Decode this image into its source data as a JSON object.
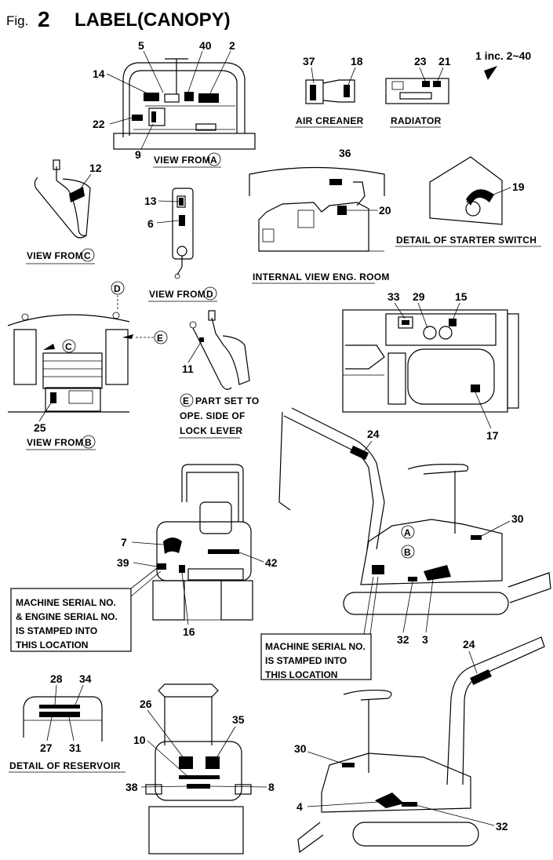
{
  "title": {
    "fig": "Fig.",
    "number": "2",
    "text": "LABEL(CANOPY)"
  },
  "note": "1 inc. 2~40",
  "captions": {
    "view_a": "VIEW FROM",
    "view_a_letter": "A",
    "air_cleaner": "AIR CREANER",
    "radiator": "RADIATOR",
    "view_c": "VIEW FROM",
    "view_c_letter": "C",
    "view_d": "VIEW FROM",
    "view_d_letter": "D",
    "internal_view": "INTERNAL VIEW ENG. ROOM",
    "starter_switch": "DETAIL OF STARTER SWITCH",
    "view_b": "VIEW FROM",
    "view_b_letter": "B",
    "part_set_letter": "E",
    "part_set_1": "PART SET TO",
    "part_set_2": "OPE. SIDE OF",
    "part_set_3": "LOCK LEVER",
    "reservoir": "DETAIL OF RESERVOIR"
  },
  "boxes": {
    "machine_engine_serial": [
      "MACHINE SERIAL NO.",
      "& ENGINE SERIAL NO.",
      "IS STAMPED INTO",
      "THIS LOCATION"
    ],
    "machine_serial": [
      "MACHINE SERIAL NO.",
      "IS STAMPED INTO",
      "THIS LOCATION"
    ]
  },
  "callouts": {
    "n5": "5",
    "n40": "40",
    "n2": "2",
    "n14": "14",
    "n22": "22",
    "n9": "9",
    "n37": "37",
    "n18": "18",
    "n23": "23",
    "n21": "21",
    "n12": "12",
    "n13": "13",
    "n6": "6",
    "n36": "36",
    "n20": "20",
    "n19": "19",
    "n33": "33",
    "n29": "29",
    "n15": "15",
    "n17": "17",
    "n11": "11",
    "n25": "25",
    "n24a": "24",
    "n30a": "30",
    "n7": "7",
    "n39": "39",
    "n42": "42",
    "n16": "16",
    "n32a": "32",
    "n3": "3",
    "n28": "28",
    "n34": "34",
    "n27": "27",
    "n31": "31",
    "n26": "26",
    "n35": "35",
    "n10": "10",
    "n38": "38",
    "n8": "8",
    "n24b": "24",
    "n30b": "30",
    "n4": "4",
    "n32b": "32"
  },
  "markers": {
    "d": "D",
    "e": "E",
    "c": "C",
    "a": "A",
    "b": "B"
  }
}
